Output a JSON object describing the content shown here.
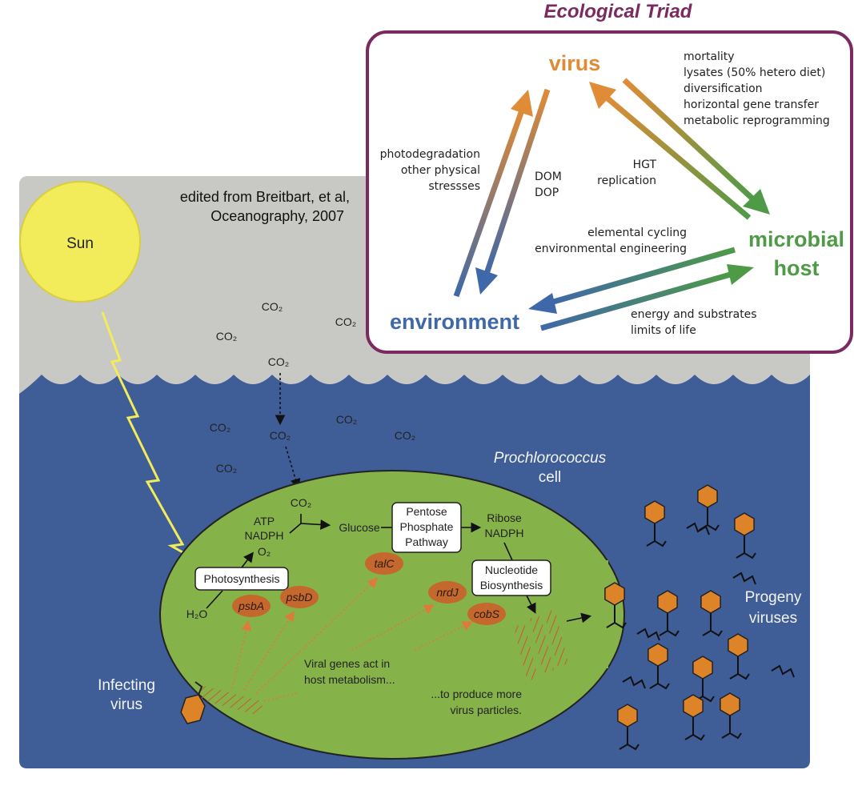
{
  "triad": {
    "title": "Ecological Triad",
    "nodes": {
      "virus": "virus",
      "host_line1": "microbial",
      "host_line2": "host",
      "environment": "environment"
    },
    "virus_host_effects": [
      "mortality",
      "lysates (50% hetero diet)",
      "diversification",
      "horizontal gene transfer",
      "metabolic reprogramming"
    ],
    "host_virus_effects": [
      "HGT",
      "replication"
    ],
    "env_virus_effects": [
      "photodegradation",
      "other physical",
      "stressses"
    ],
    "virus_env_effects": [
      "DOM",
      "DOP"
    ],
    "host_env_effects": [
      "elemental cycling",
      "environmental engineering"
    ],
    "env_host_effects": [
      "energy and substrates",
      "limits of life"
    ],
    "colors": {
      "virus": "#e08b35",
      "host": "#4f9a47",
      "environment": "#3f68a8",
      "frame": "#7a2a5e"
    }
  },
  "scene": {
    "credit_line1": "edited from Breitbart, et al,",
    "credit_line2": "Oceanography, 2007",
    "sun": "Sun",
    "co2": "CO₂",
    "cell_line1": "Prochlorococcus",
    "cell_line2": "cell",
    "atp": "ATP",
    "nadph": "NADPH",
    "o2": "O₂",
    "h2o": "H₂O",
    "glucose": "Glucose",
    "ribose": "Ribose",
    "nadph2": "NADPH",
    "photosynthesis": "Photosynthesis",
    "pentose1": "Pentose",
    "pentose2": "Phosphate",
    "pentose3": "Pathway",
    "nucleotide1": "Nucleotide",
    "nucleotide2": "Biosynthesis",
    "genes": [
      "psbA",
      "psbD",
      "talC",
      "nrdJ",
      "cobS"
    ],
    "viral_genes1": "Viral genes act in",
    "viral_genes2": "host metabolism...",
    "produce1": "...to produce more",
    "produce2": "virus particles.",
    "infecting1": "Infecting",
    "infecting2": "virus",
    "progeny1": "Progeny",
    "progeny2": "viruses",
    "colors": {
      "sky": "#c8c8c4",
      "ocean": "#3f5d97",
      "cell": "#86b24a",
      "sun": "#f2ec5a",
      "gene": "#c4682e",
      "virus_head": "#de8428"
    }
  }
}
